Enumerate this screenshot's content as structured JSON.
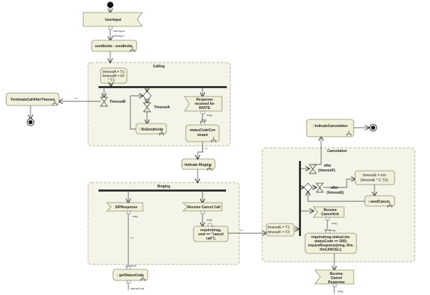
{
  "initial_top": {},
  "user_input": {
    "label": "UserInput",
    "pin1": "userInput",
    "pin2": "userInput"
  },
  "send_invite": {
    "label": "sendInvite : sendInvite"
  },
  "calling": {
    "title": "Calling",
    "init_code": [
      "timeoutA = T1;",
      "timeoutB = 64",
      "* T1;"
    ],
    "timeout_b": "TimeoutB",
    "timeout_a": "TimeoutA",
    "resend": ": ReSendInvite",
    "response": [
      "Response",
      "received for",
      "INVITE"
    ],
    "msg1": "msg",
    "msg2": "msg",
    "constraint": [
      "statusCodeCon",
      "straint"
    ]
  },
  "terminate": {
    "label": "TerminateCallAfterTimeout",
    "guard": "«»"
  },
  "indicate_ringing": {
    "label": ": Indicate Ringing"
  },
  "ringing": {
    "title": "Ringing",
    "sip_response": "SIPResponse",
    "resp1": "resp",
    "receive_cancel": "Receive Cancel Call",
    "msg": "msg",
    "require_code": [
      "require(msg,",
      "cmd == \"cancel",
      "call\");"
    ],
    "msg_in": "msg",
    "guard": "«»",
    "resp2": "resp"
  },
  "get_status": {
    "label": ": getStatusCode",
    "pin": "statusCode"
  },
  "indicate_cancel": {
    "label": ": IndicateCancelation"
  },
  "cancelation": {
    "title": "Cancelation",
    "after_f": [
      "after",
      "(timeoutF)"
    ],
    "after_e": [
      "after",
      "(timeoutE)"
    ],
    "timeout_calc": [
      "timeoutE = min",
      "(timeoutE * 2, T2);"
    ],
    "send_cancel": ": sendCancel",
    "receive_ack": [
      "Receive",
      "CancelAck"
    ],
    "msg1": "msg",
    "msg2": "msg",
    "require_code": [
      "require(msg.statusLine.",
      "statusCode == 200);",
      "requireResponse(msg, this.",
      "theCANCEL);"
    ],
    "timeout_init": [
      "timeoutE = T1;",
      "timeoutF = T2;"
    ],
    "guard": "«»"
  },
  "receive_cancel_response": {
    "label": [
      "Receive",
      "Cancel",
      "Response"
    ],
    "pin": "msg"
  }
}
